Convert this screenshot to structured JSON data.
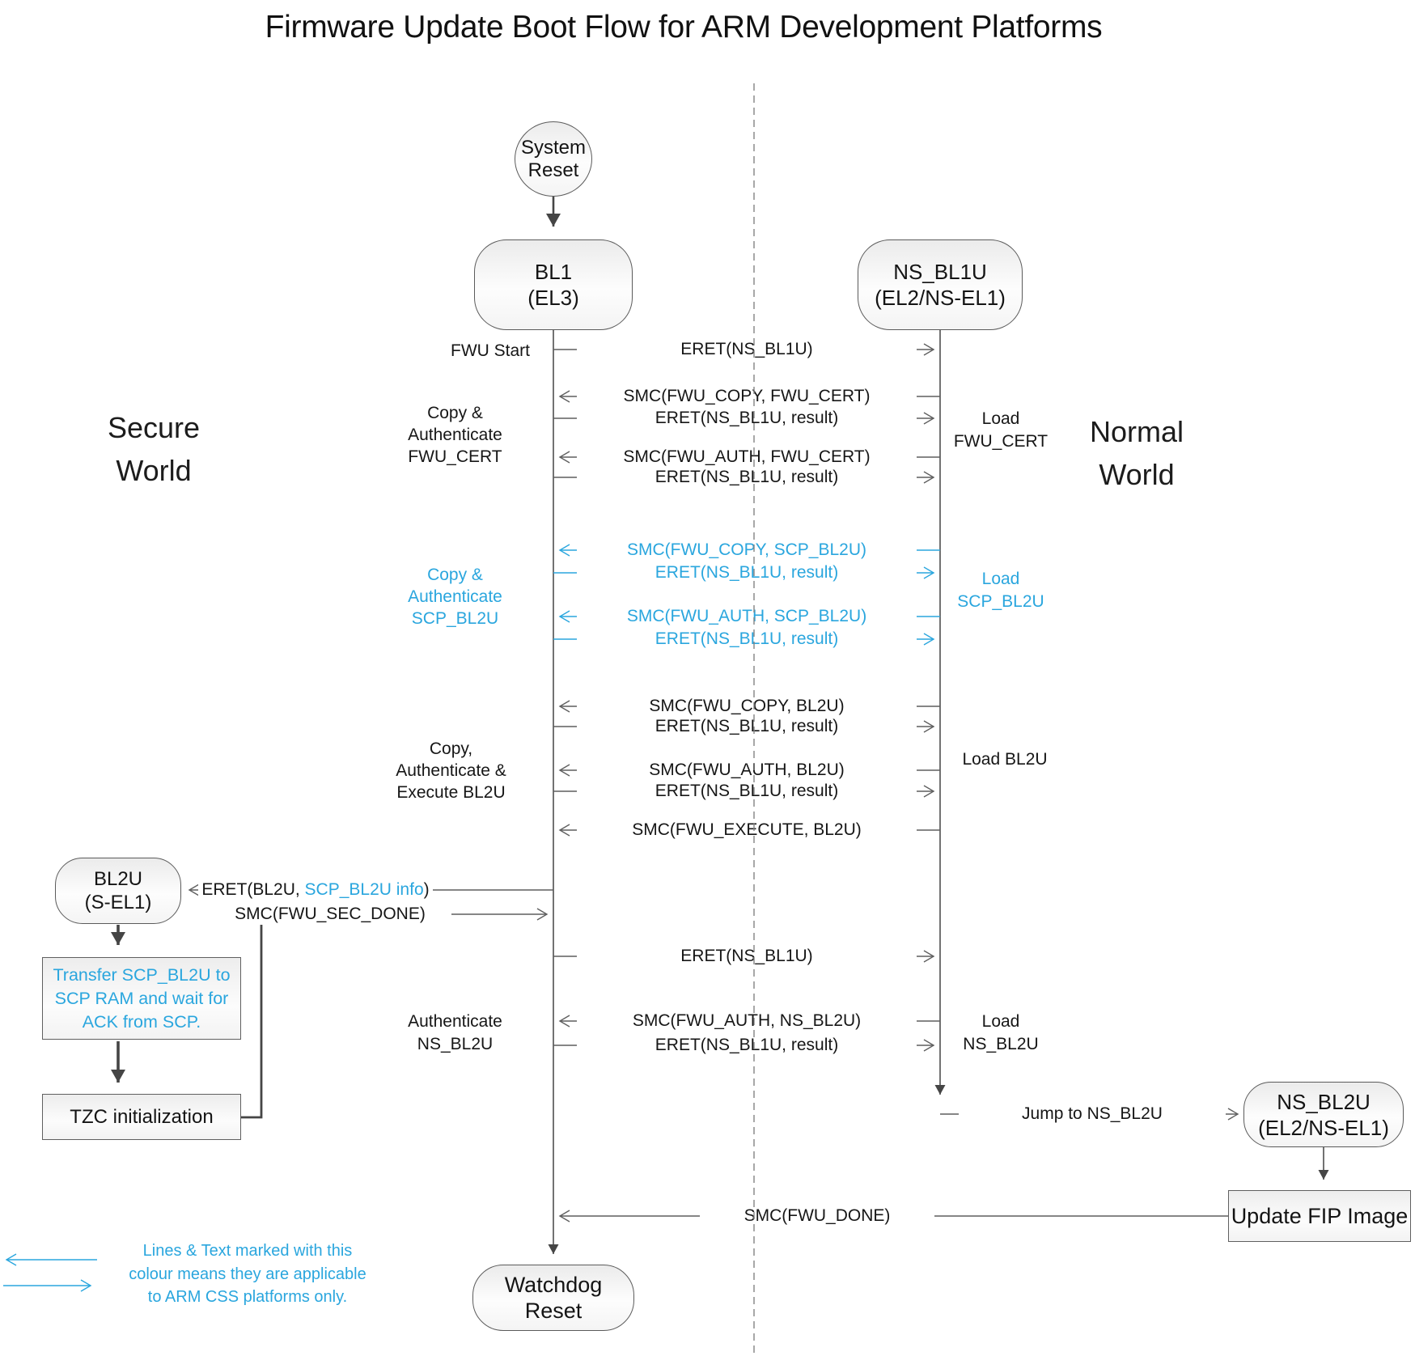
{
  "title": "Firmware Update Boot Flow for ARM Development Platforms",
  "colors": {
    "accent_blue": "#2AA6DE",
    "line_gray": "#5f5f5f"
  },
  "worlds": {
    "secure": {
      "line1": "Secure",
      "line2": "World"
    },
    "normal": {
      "line1": "Normal",
      "line2": "World"
    }
  },
  "nodes": {
    "system_reset": {
      "line1": "System",
      "line2": "Reset"
    },
    "bl1": {
      "line1": "BL1",
      "line2": "(EL3)"
    },
    "ns_bl1u": {
      "line1": "NS_BL1U",
      "line2": "(EL2/NS-EL1)"
    },
    "bl2u": {
      "line1": "BL2U",
      "line2": "(S-EL1)"
    },
    "ns_bl2u": {
      "line1": "NS_BL2U",
      "line2": "(EL2/NS-EL1)"
    },
    "watchdog_reset": {
      "label": "Watchdog Reset"
    },
    "transfer_scp_bl2u": {
      "line1": "Transfer SCP_BL2U to",
      "line2": "SCP RAM and wait for",
      "line3": "ACK from SCP."
    },
    "tzc_init": {
      "label": "TZC initialization"
    },
    "update_fip": {
      "label": "Update FIP Image"
    }
  },
  "messages": {
    "eret_ns_bl1u": "ERET(NS_BL1U)",
    "smc_fwu_copy_fwu_cert": "SMC(FWU_COPY, FWU_CERT)",
    "eret_ns_bl1u_result_1": "ERET(NS_BL1U, result)",
    "smc_fwu_auth_fwu_cert": "SMC(FWU_AUTH, FWU_CERT)",
    "eret_ns_bl1u_result_2": "ERET(NS_BL1U, result)",
    "smc_fwu_copy_scp_bl2u": "SMC(FWU_COPY, SCP_BL2U)",
    "eret_ns_bl1u_result_3": "ERET(NS_BL1U, result)",
    "smc_fwu_auth_scp_bl2u": "SMC(FWU_AUTH, SCP_BL2U)",
    "eret_ns_bl1u_result_4": "ERET(NS_BL1U, result)",
    "smc_fwu_copy_bl2u": "SMC(FWU_COPY, BL2U)",
    "eret_ns_bl1u_result_5": "ERET(NS_BL1U, result)",
    "smc_fwu_auth_bl2u": "SMC(FWU_AUTH, BL2U)",
    "eret_ns_bl1u_result_6": "ERET(NS_BL1U, result)",
    "smc_fwu_execute_bl2u": "SMC(FWU_EXECUTE, BL2U)",
    "eret_bl2u_prefix": "ERET(BL2U, ",
    "eret_bl2u_scp_info": "SCP_BL2U info",
    "eret_bl2u_suffix": ")",
    "smc_fwu_sec_done": "SMC(FWU_SEC_DONE)",
    "eret_ns_bl1u_2": "ERET(NS_BL1U)",
    "smc_fwu_auth_ns_bl2u": "SMC(FWU_AUTH, NS_BL2U)",
    "eret_ns_bl1u_result_7": "ERET(NS_BL1U, result)",
    "jump_to_ns_bl2u": "Jump to NS_BL2U",
    "smc_fwu_done": "SMC(FWU_DONE)"
  },
  "side_labels": {
    "fwu_start": "FWU Start",
    "copy_auth_fwu_cert": {
      "line1": "Copy &",
      "line2": "Authenticate",
      "line3": "FWU_CERT"
    },
    "load_fwu_cert": {
      "line1": "Load",
      "line2": "FWU_CERT"
    },
    "copy_auth_scp_bl2u": {
      "line1": "Copy &",
      "line2": "Authenticate",
      "line3": "SCP_BL2U"
    },
    "load_scp_bl2u": {
      "line1": "Load",
      "line2": "SCP_BL2U"
    },
    "copy_auth_exec_bl2u": {
      "line1": "Copy,",
      "line2": "Authenticate &",
      "line3": "Execute BL2U"
    },
    "load_bl2u": "Load BL2U",
    "authenticate_ns_bl2u": {
      "line1": "Authenticate",
      "line2": "NS_BL2U"
    },
    "load_ns_bl2u": {
      "line1": "Load",
      "line2": "NS_BL2U"
    }
  },
  "legend": {
    "line1": "Lines & Text marked with this",
    "line2": "colour means they are applicable",
    "line3": "to ARM CSS platforms only."
  }
}
